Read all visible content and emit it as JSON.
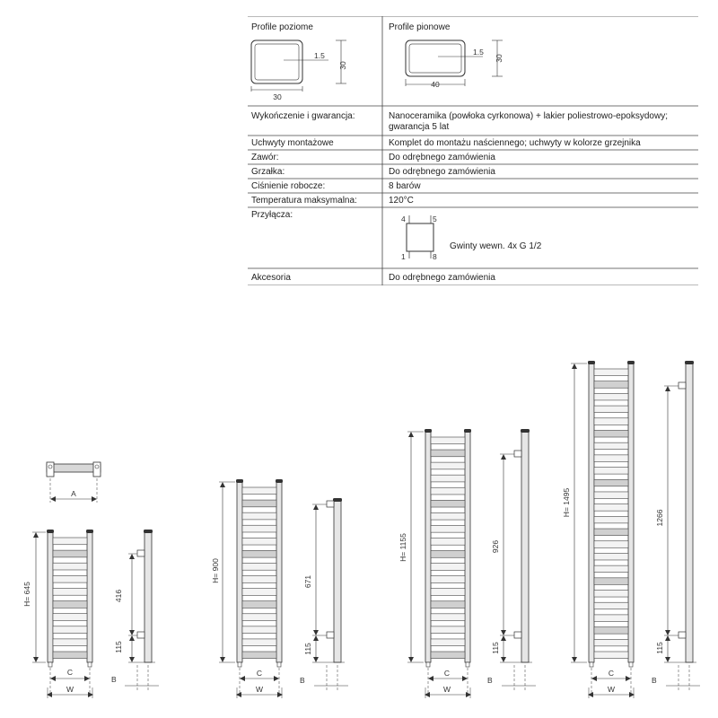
{
  "spec_table": {
    "profiles": {
      "horizontal": {
        "label": "Profile poziome",
        "width": "30",
        "height": "30",
        "wall": "1.5"
      },
      "vertical": {
        "label": "Profile pionowe",
        "width": "40",
        "height": "30",
        "wall": "1.5"
      }
    },
    "rows": [
      {
        "label": "Wykończenie i gwarancja:",
        "value_lines": [
          "Nanoceramika (powłoka cyrkonowa) + lakier poliestrowo-epoksydowy;",
          "gwarancja 5 lat"
        ]
      },
      {
        "label": "Uchwyty montażowe",
        "value_lines": [
          "Komplet do montażu naściennego; uchwyty w kolorze grzejnika"
        ]
      },
      {
        "label": "Zawór:",
        "value_lines": [
          "Do odrębnego zamówienia"
        ]
      },
      {
        "label": "Grzałka:",
        "value_lines": [
          "Do odrębnego zamówienia"
        ]
      },
      {
        "label": "Ciśnienie robocze:",
        "value_lines": [
          "8 barów"
        ]
      },
      {
        "label": "Temperatura maksymalna:",
        "value_lines": [
          "120°C"
        ]
      }
    ],
    "connections": {
      "label": "Przyłącza:",
      "points": {
        "top_left": "4",
        "top_right": "5",
        "bottom_left": "1",
        "bottom_right": "8"
      },
      "description": "Gwinty wewn. 4x G 1/2"
    },
    "accessories": {
      "label": "Akcesoria",
      "value": "Do odrębnego zamówienia"
    }
  },
  "top_view": {
    "label_a": "A"
  },
  "radiators": [
    {
      "height_label": "H= 645",
      "spacing": "416",
      "bottom": "115",
      "label_c": "C",
      "label_w": "W",
      "label_b": "B",
      "rails": 10
    },
    {
      "height_label": "H= 900",
      "spacing": "671",
      "bottom": "115",
      "label_c": "C",
      "label_w": "W",
      "label_b": "B",
      "rails": 14
    },
    {
      "height_label": "H= 1155",
      "spacing": "926",
      "bottom": "115",
      "label_c": "C",
      "label_w": "W",
      "label_b": "B",
      "rails": 18
    },
    {
      "height_label": "H= 1495",
      "spacing": "1266",
      "bottom": "115",
      "label_c": "C",
      "label_w": "W",
      "label_b": "B",
      "rails": 24
    }
  ]
}
